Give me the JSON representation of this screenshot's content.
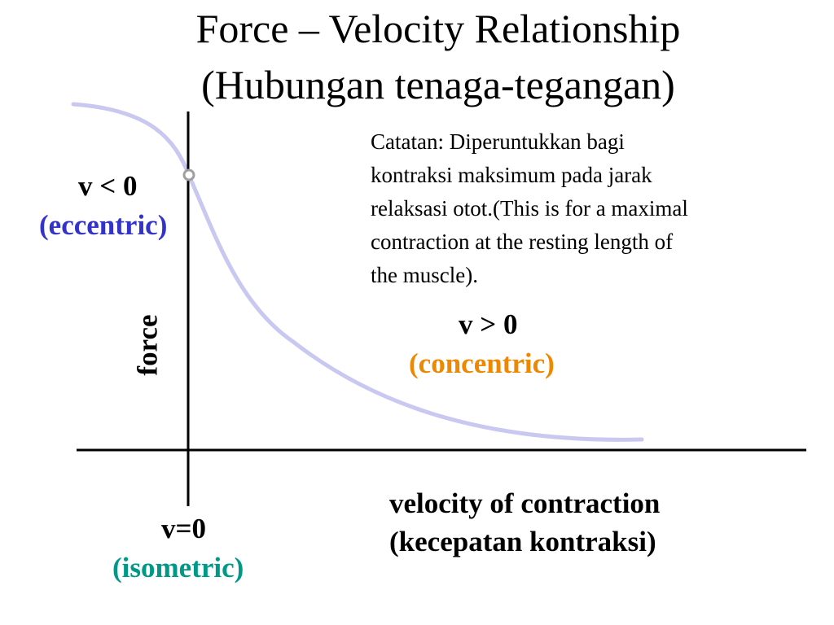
{
  "title": {
    "line_1": "Force – Velocity Relationship",
    "line_2": "(Hubungan tenaga-tegangan)"
  },
  "axes": {
    "y_label": "force",
    "x_label_line_1": "velocity of contraction",
    "x_label_line_2": "(kecepatan kontraksi)"
  },
  "regions": {
    "eccentric": {
      "speed": "v < 0",
      "name": "(eccentric)",
      "color": "#3333cc"
    },
    "concentric": {
      "speed": "v > 0",
      "name": "(concentric)",
      "color": "#ee8800"
    },
    "isometric": {
      "speed": "v=0",
      "name": "(isometric)",
      "color": "#009988"
    }
  },
  "note": {
    "lines": [
      "Catatan: Diperuntukkan bagi",
      "kontraksi maksimum pada jarak",
      "relaksasi otot.(This is for a maximal",
      "contraction at the resting length of",
      "the muscle)."
    ]
  },
  "colors": {
    "curve": "#c8c8f0",
    "axis": "#000000",
    "isometric_marker": "#a0a0a0"
  }
}
